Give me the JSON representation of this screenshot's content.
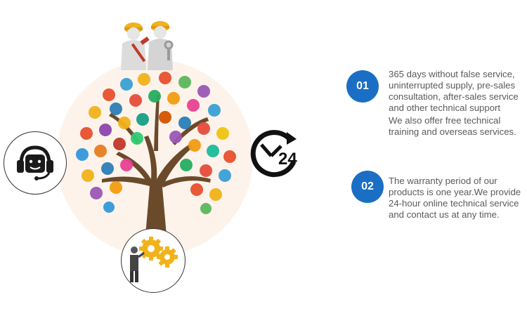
{
  "items": [
    {
      "number": "01",
      "lines": [
        "365 days without false service, uninterrupted supply, pre-sales consultation, after-sales service and other technical support",
        "We also offer free technical training and overseas services."
      ]
    },
    {
      "number": "02",
      "lines": [
        "The warranty period of our products is one year.We provide 24-hour online technical service and contact us at any time."
      ]
    }
  ],
  "clock_label": "24",
  "colors": {
    "badge": "#1a6fc4",
    "text": "#5a5a5a",
    "tree_trunk": "#6b4a2c",
    "ring": "#fdf3ea"
  },
  "icons": [
    "workers-icon",
    "hands-tree-icon",
    "headset-support-icon",
    "gears-businessman-icon",
    "clock-24-icon"
  ]
}
